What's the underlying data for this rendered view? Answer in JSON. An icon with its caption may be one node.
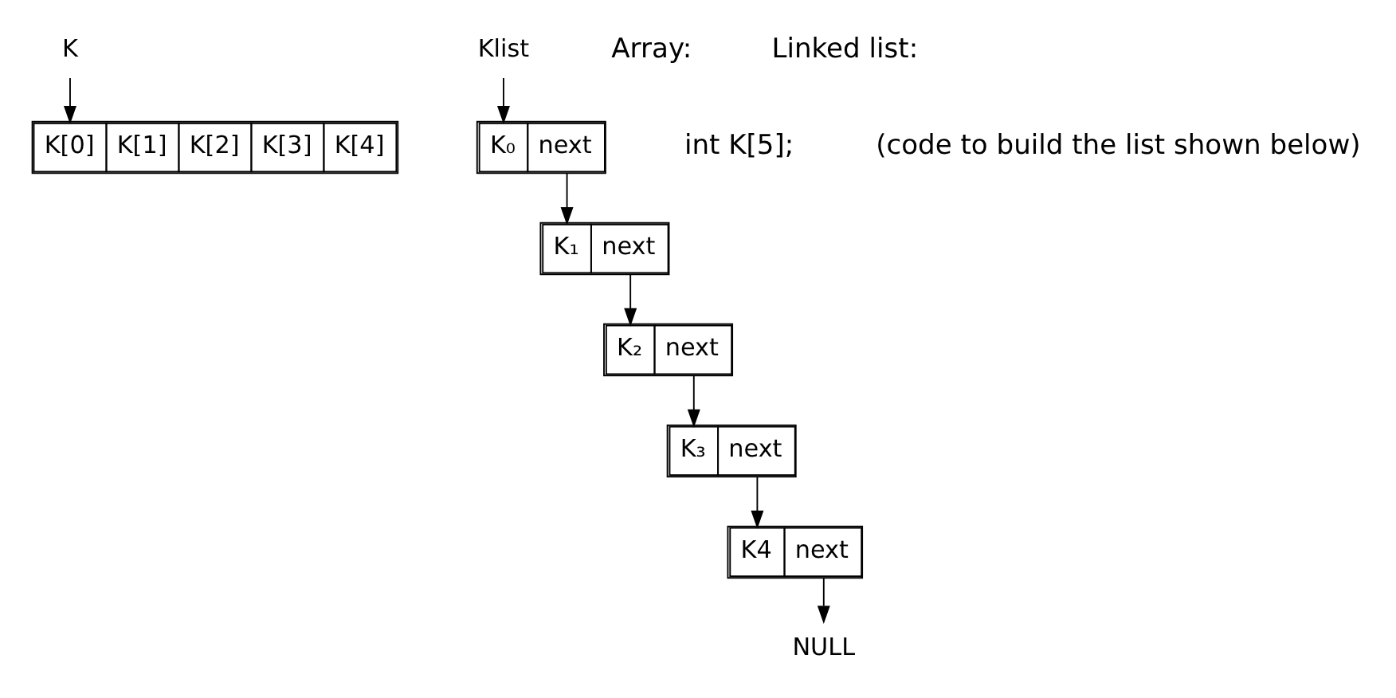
{
  "diagram": {
    "nodes": [
      {
        "text": [
          "K"
        ]
      },
      {
        "text": [
          "K[0]",
          "K[1]",
          "K[2]",
          "K[3]",
          "K[4]"
        ]
      },
      {
        "text": [
          "Klist"
        ]
      },
      {
        "text": [
          "K₀",
          "next"
        ]
      },
      {
        "text": [
          "K₁",
          "next"
        ]
      },
      {
        "text": [
          "K₂",
          "next"
        ]
      },
      {
        "text": [
          "K₃",
          "next"
        ]
      },
      {
        "text": [
          "K4",
          "next"
        ]
      },
      {
        "text": [
          "NULL"
        ]
      }
    ],
    "edges": [
      {
        "from": 0,
        "to": 1,
        "arrow": "to"
      },
      {
        "from": 2,
        "to": 3,
        "arrow": "to"
      },
      {
        "from": 3,
        "to": 4,
        "arrow": "to"
      },
      {
        "from": 4,
        "to": 5,
        "arrow": "to"
      },
      {
        "from": 5,
        "to": 6,
        "arrow": "to"
      },
      {
        "from": 6,
        "to": 7,
        "arrow": "to"
      },
      {
        "from": 7,
        "to": 8,
        "arrow": "to"
      }
    ],
    "labels": [
      "Array:",
      "int K[5];",
      "Linked list:",
      "(code to build the list shown below)"
    ]
  }
}
